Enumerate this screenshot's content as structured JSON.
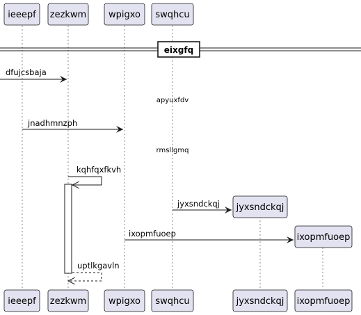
{
  "colors": {
    "participant_fill": "#e2e2f0",
    "participant_border": "#181818",
    "lifeline": "#888888",
    "arrow": "#181818",
    "activation_fill": "#ffffff"
  },
  "participants": [
    {
      "id": "ieeepf",
      "label": "ieeepf"
    },
    {
      "id": "zezkwm",
      "label": "zezkwm"
    },
    {
      "id": "wpigxo",
      "label": "wpigxo"
    },
    {
      "id": "swqhcu",
      "label": "swqhcu"
    },
    {
      "id": "jyxsndckqj",
      "label": "jyxsndckqj",
      "created": true
    },
    {
      "id": "ixopmfuoep",
      "label": "ixopmfuoep",
      "created": true
    }
  ],
  "separator": {
    "label": "eixgfq"
  },
  "messages": [
    {
      "label": "dfujcsbaja",
      "from": "",
      "to": "zezkwm",
      "style": "solid"
    },
    {
      "label": "jnadhmnzph",
      "from": "ieeepf",
      "to": "wpigxo",
      "style": "solid"
    },
    {
      "label": "kqhfqxfkvh",
      "from": "zezkwm",
      "to": "zezkwm",
      "style": "self"
    },
    {
      "label": "jyxsndckqj",
      "from": "swqhcu",
      "to": "jyxsndckqj",
      "style": "create"
    },
    {
      "label": "ixopmfuoep",
      "from": "wpigxo",
      "to": "ixopmfuoep",
      "style": "create"
    },
    {
      "label": "uptlkgavln",
      "from": "zezkwm",
      "to": "zezkwm",
      "style": "self-return"
    }
  ],
  "delays": [
    {
      "label": "apyuxfdv"
    },
    {
      "label": "rmsllgmq"
    }
  ]
}
